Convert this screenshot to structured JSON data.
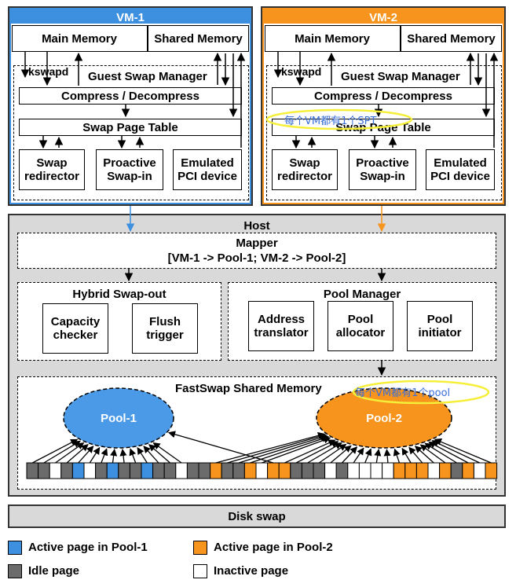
{
  "vm1": {
    "title": "VM-1",
    "main_memory": "Main Memory",
    "shared_memory": "Shared Memory",
    "kswapd": "kswapd",
    "guest_swap_manager": "Guest Swap Manager",
    "compress": "Compress / Decompress",
    "swap_page_table": "Swap Page Table",
    "swap_redirector": [
      "Swap",
      "redirector"
    ],
    "proactive_swapin": [
      "Proactive",
      "Swap-in"
    ],
    "emulated_pci": [
      "Emulated",
      "PCI device"
    ]
  },
  "vm2": {
    "title": "VM-2",
    "main_memory": "Main Memory",
    "shared_memory": "Shared Memory",
    "kswapd": "kswapd",
    "guest_swap_manager": "Guest Swap Manager",
    "compress": "Compress / Decompress",
    "swap_page_table": "Swap Page Table",
    "swap_redirector": [
      "Swap",
      "redirector"
    ],
    "proactive_swapin": [
      "Proactive",
      "Swap-in"
    ],
    "emulated_pci": [
      "Emulated",
      "PCI device"
    ],
    "annotation": "每个VM都有1个SPT"
  },
  "host": {
    "title": "Host",
    "mapper_title": "Mapper",
    "mapper_mapping": "[VM-1 -> Pool-1; VM-2 -> Pool-2]",
    "hybrid_swapout": "Hybrid Swap-out",
    "capacity_checker": [
      "Capacity",
      "checker"
    ],
    "flush_trigger": [
      "Flush",
      "trigger"
    ],
    "pool_manager": "Pool Manager",
    "address_translator": [
      "Address",
      "translator"
    ],
    "pool_allocator": [
      "Pool",
      "allocator"
    ],
    "pool_initiator": [
      "Pool",
      "initiator"
    ],
    "fastswap_shared_memory": "FastSwap Shared Memory",
    "pool1": "Pool-1",
    "pool2": "Pool-2",
    "pool_annotation": "每个VM都有1个pool"
  },
  "disk_swap": "Disk swap",
  "legend": {
    "active_pool1": "Active page in Pool-1",
    "active_pool2": "Active page in Pool-2",
    "idle": "Idle page",
    "inactive": "Inactive page"
  },
  "page_strip": [
    "g",
    "g",
    "w",
    "g",
    "b",
    "w",
    "g",
    "b",
    "g",
    "g",
    "b",
    "g",
    "g",
    "w",
    "g",
    "g",
    "o",
    "g",
    "g",
    "o",
    "w",
    "o",
    "o",
    "g",
    "g",
    "g",
    "w",
    "g",
    "w",
    "w",
    "w",
    "w",
    "o",
    "o",
    "o",
    "w",
    "o",
    "g",
    "o",
    "w",
    "o"
  ],
  "colors": {
    "vm1_blue": "#3d8fe0",
    "vm2_orange": "#f7941d",
    "pool1_fill": "#4a9ae8",
    "pool2_fill": "#f7941d",
    "idle_gray": "#6b6b6b",
    "host_gray": "#d9d9d9",
    "annotation_yellow": "#f5ef3a"
  }
}
